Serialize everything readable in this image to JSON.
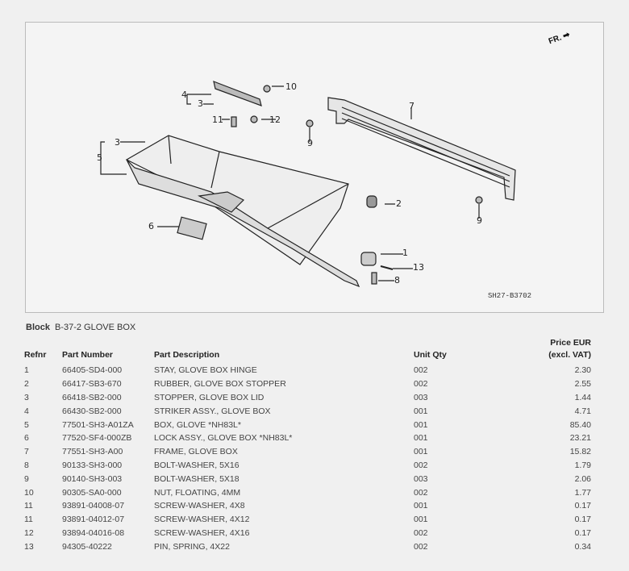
{
  "diagram": {
    "direction_label": "FR.",
    "drawing_code": "SH27-B3702",
    "callouts": [
      "10",
      "4",
      "3",
      "7",
      "11",
      "12",
      "9",
      "3",
      "5",
      "2",
      "9",
      "6",
      "1",
      "13",
      "8"
    ]
  },
  "block": {
    "label": "Block",
    "name": "B-37-2 GLOVE BOX"
  },
  "table": {
    "headers": {
      "refnr": "Refnr",
      "part_number": "Part Number",
      "description": "Part Description",
      "unit_qty": "Unit Qty",
      "price_line1": "Price EUR",
      "price_line2": "(excl. VAT)"
    },
    "rows": [
      {
        "refnr": "1",
        "part_number": "66405-SD4-000",
        "description": "STAY, GLOVE BOX HINGE",
        "unit_qty": "002",
        "price": "2.30"
      },
      {
        "refnr": "2",
        "part_number": "66417-SB3-670",
        "description": "RUBBER, GLOVE BOX STOPPER",
        "unit_qty": "002",
        "price": "2.55"
      },
      {
        "refnr": "3",
        "part_number": "66418-SB2-000",
        "description": "STOPPER, GLOVE BOX LID",
        "unit_qty": "003",
        "price": "1.44"
      },
      {
        "refnr": "4",
        "part_number": "66430-SB2-000",
        "description": "STRIKER ASSY., GLOVE BOX",
        "unit_qty": "001",
        "price": "4.71"
      },
      {
        "refnr": "5",
        "part_number": "77501-SH3-A01ZA",
        "description": "BOX, GLOVE *NH83L*",
        "unit_qty": "001",
        "price": "85.40"
      },
      {
        "refnr": "6",
        "part_number": "77520-SF4-000ZB",
        "description": "LOCK ASSY., GLOVE BOX *NH83L*",
        "unit_qty": "001",
        "price": "23.21"
      },
      {
        "refnr": "7",
        "part_number": "77551-SH3-A00",
        "description": "FRAME, GLOVE BOX",
        "unit_qty": "001",
        "price": "15.82"
      },
      {
        "refnr": "8",
        "part_number": "90133-SH3-000",
        "description": "BOLT-WASHER, 5X16",
        "unit_qty": "002",
        "price": "1.79"
      },
      {
        "refnr": "9",
        "part_number": "90140-SH3-003",
        "description": "BOLT-WASHER, 5X18",
        "unit_qty": "003",
        "price": "2.06"
      },
      {
        "refnr": "10",
        "part_number": "90305-SA0-000",
        "description": "NUT, FLOATING, 4MM",
        "unit_qty": "002",
        "price": "1.77"
      },
      {
        "refnr": "11",
        "part_number": "93891-04008-07",
        "description": "SCREW-WASHER, 4X8",
        "unit_qty": "001",
        "price": "0.17"
      },
      {
        "refnr": "11",
        "part_number": "93891-04012-07",
        "description": "SCREW-WASHER, 4X12",
        "unit_qty": "001",
        "price": "0.17"
      },
      {
        "refnr": "12",
        "part_number": "93894-04016-08",
        "description": "SCREW-WASHER, 4X16",
        "unit_qty": "002",
        "price": "0.17"
      },
      {
        "refnr": "13",
        "part_number": "94305-40222",
        "description": "PIN, SPRING, 4X22",
        "unit_qty": "002",
        "price": "0.34"
      }
    ]
  }
}
